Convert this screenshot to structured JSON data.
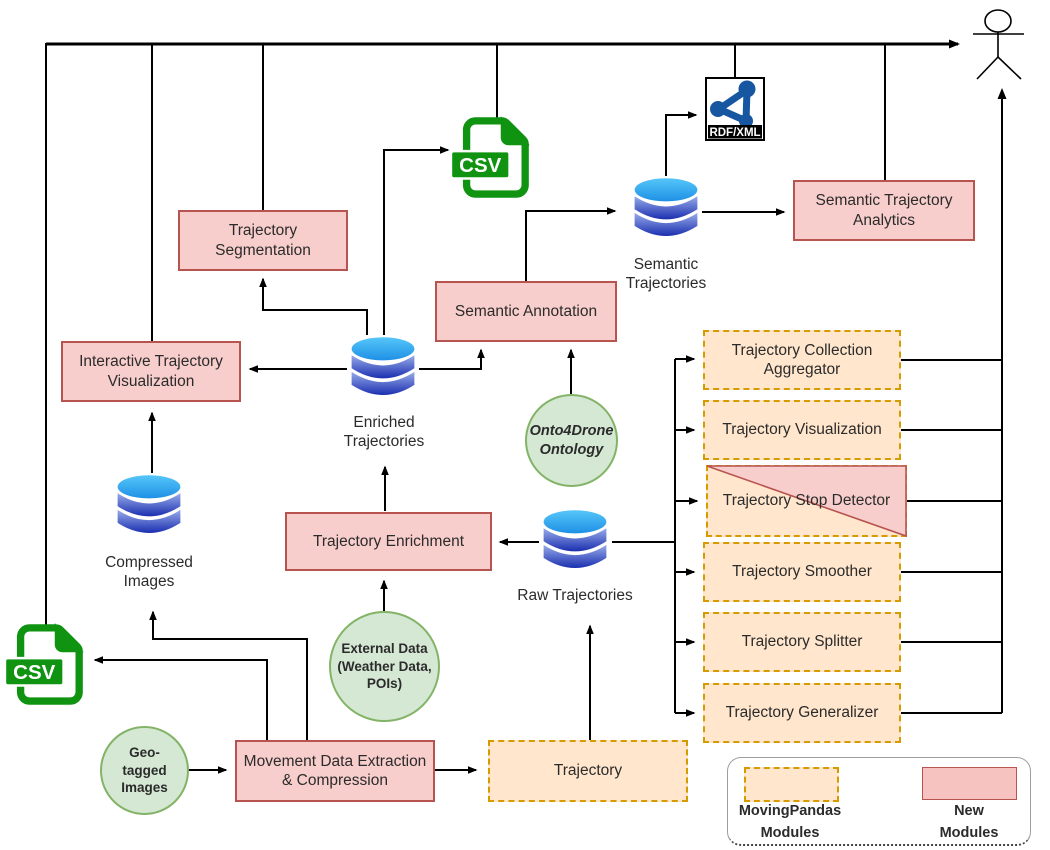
{
  "nodes": {
    "trajectory_segmentation": {
      "label": "Trajectory Segmentation"
    },
    "interactive_trajectory_visualization": {
      "label": "Interactive Trajectory Visualization"
    },
    "semantic_annotation": {
      "label": "Semantic Annotation"
    },
    "semantic_trajectory_analytics": {
      "label": "Semantic Trajectory Analytics"
    },
    "trajectory_enrichment": {
      "label": "Trajectory Enrichment"
    },
    "movement_data_extraction": {
      "label": "Movement Data Extraction & Compression"
    },
    "trajectory": {
      "label": "Trajectory"
    },
    "trajectory_collection_aggregator": {
      "label": "Trajectory Collection Aggregator"
    },
    "trajectory_visualization": {
      "label": "Trajectory Visualization"
    },
    "trajectory_stop_detector": {
      "label": "Trajectory Stop Detector"
    },
    "trajectory_smoother": {
      "label": "Trajectory Smoother"
    },
    "trajectory_splitter": {
      "label": "Trajectory Splitter"
    },
    "trajectory_generalizer": {
      "label": "Trajectory Generalizer"
    }
  },
  "datastores": {
    "semantic_trajectories": {
      "label": "Semantic Trajectories"
    },
    "enriched_trajectories": {
      "label": "Enriched Trajectories"
    },
    "compressed_images": {
      "label": "Compressed Images"
    },
    "raw_trajectories": {
      "label": "Raw Trajectories"
    }
  },
  "sources": {
    "onto4drone_ontology": {
      "label": "Onto4Drone Ontology"
    },
    "external_data": {
      "label": "External Data (Weather Data, POIs)"
    },
    "geo_tagged_images": {
      "label": "Geo-tagged Images"
    }
  },
  "file_icons": {
    "csv_label": "CSV",
    "rdf_label": "RDF/XML"
  },
  "legend": {
    "movingpandas_label": "MovingPandas Modules",
    "new_modules_label": "New Modules"
  },
  "colors": {
    "new_module_fill": "#f8cecc",
    "new_module_border": "#b85450",
    "movingpandas_fill": "#ffe6cc",
    "movingpandas_border": "#d79b00",
    "source_fill": "#d5e8d4",
    "source_border": "#82b366",
    "csv_green": "#0f9310",
    "rdf_blue": "#1756a0",
    "db_blue_top": "#47c1f7",
    "db_blue_bottom": "#1b2fb0",
    "connector": "#000000"
  }
}
